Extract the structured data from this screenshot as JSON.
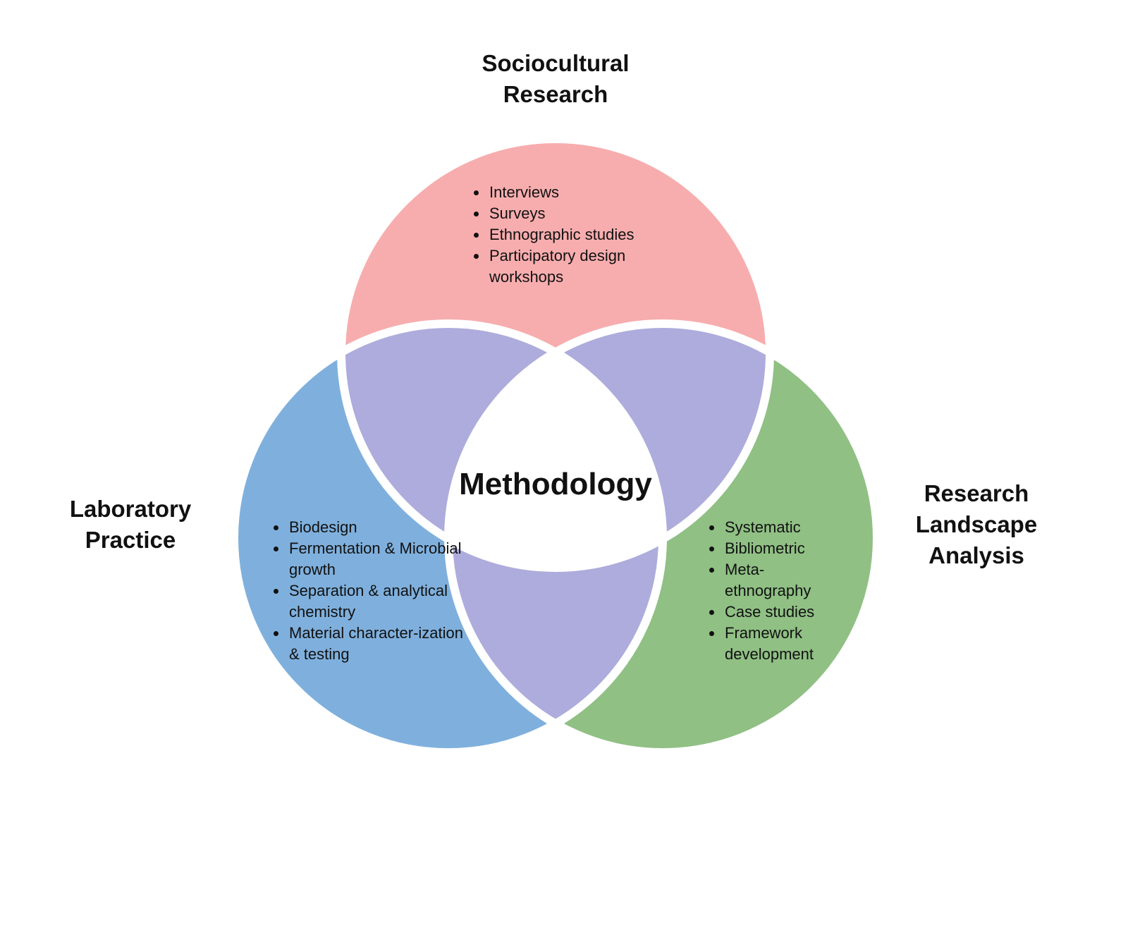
{
  "title_top": "Sociocultural\nResearch",
  "title_left": "Laboratory\nPractice",
  "title_right": "Research\nLandscape\nAnalysis",
  "center": "Methodology",
  "top_items": [
    "Interviews",
    "Surveys",
    "Ethnographic studies",
    "Participatory design workshops"
  ],
  "left_items": [
    "Biodesign",
    "Fermentation & Microbial growth",
    "Separation & analytical chemistry",
    "Material character-ization & testing"
  ],
  "right_items": [
    "Systematic",
    "Bibliometric",
    "Meta-ethnography",
    "Case studies",
    "Framework development"
  ],
  "colors": {
    "top": "#F7ADAE",
    "left": "#7FB0DD",
    "right": "#90C084",
    "overlap": "#ADACDC",
    "center": "#FFFFFF"
  }
}
